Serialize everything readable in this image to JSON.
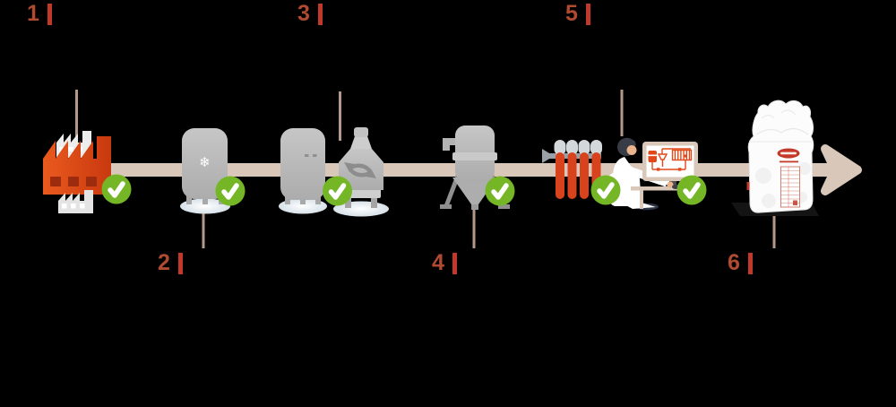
{
  "title": "production-process-flow",
  "flow": {
    "direction": "left-to-right",
    "line_color": "#d9c7b9",
    "connector_color": "#b4988a",
    "arrow_icon": "flow-arrow-right"
  },
  "colors": {
    "number_red": "#b04a30",
    "bar_red": "#c0392b",
    "accent_red": "#d8421d",
    "factory_orange": "#dd4a18",
    "machine_gray": "#b8b8b8",
    "check_green": "#74b625",
    "beige": "#d9c7b9",
    "background": "#000000"
  },
  "icons": {
    "snowflake_glyph": "❄",
    "check_glyph": "✓"
  },
  "steps": [
    {
      "number": "1",
      "icon": "factory-icon",
      "label_position": "top",
      "status": "complete"
    },
    {
      "number": "2",
      "icon": "cooling-tank-icon",
      "label_position": "bottom",
      "status": "complete"
    },
    {
      "number": "3",
      "icon": "mixing-vessels-icon",
      "label_position": "top",
      "status": "complete"
    },
    {
      "number": "4",
      "icon": "silo-hopper-icon",
      "label_position": "bottom",
      "status": "complete"
    },
    {
      "number": "5",
      "icon": "control-workstation-icon",
      "label_position": "top",
      "status": "complete"
    },
    {
      "number": "6",
      "icon": "product-bag-icon",
      "label_position": "bottom",
      "status": "complete"
    }
  ]
}
